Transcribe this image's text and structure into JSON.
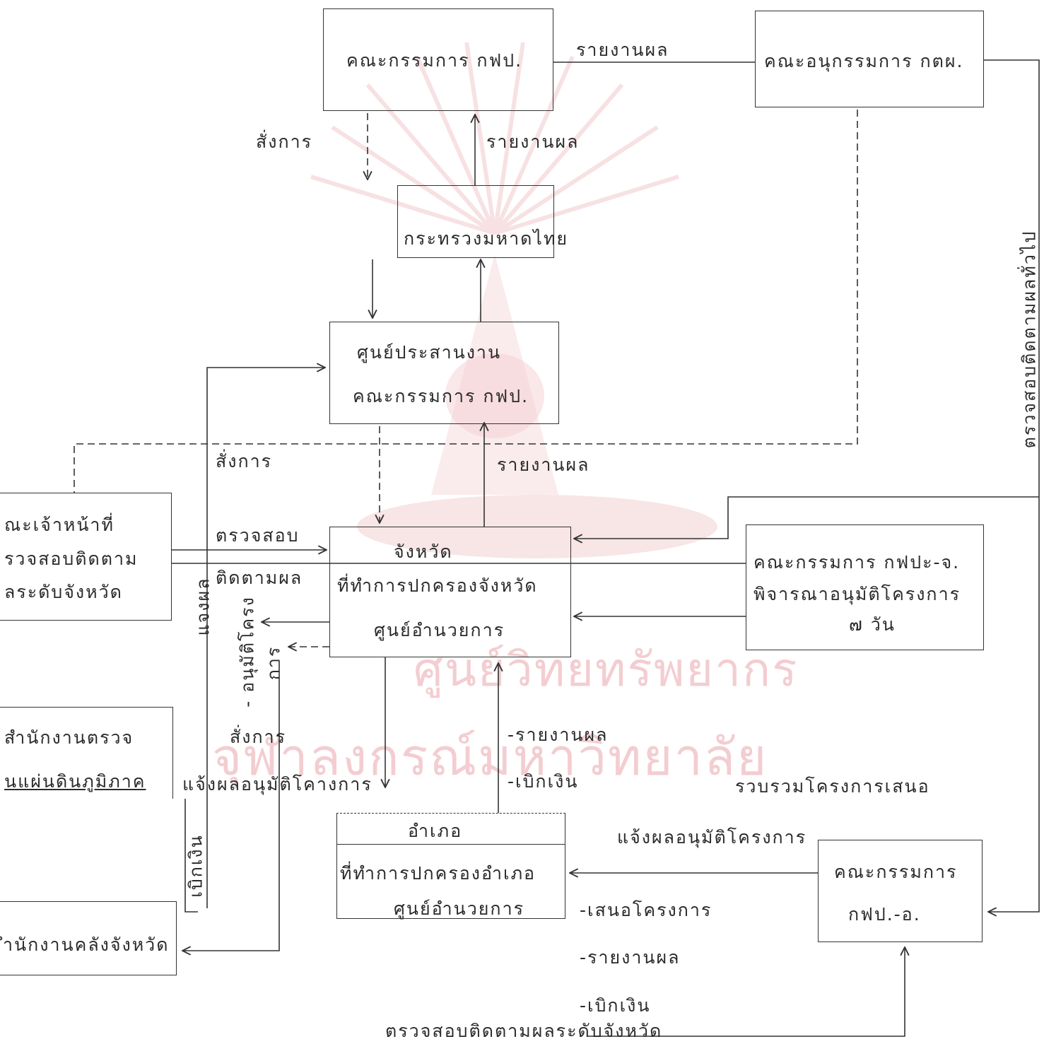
{
  "watermark": {
    "line1": "ศูนย์วิทยทรัพยากร",
    "line2": "จุฬาลงกรณ์มหาวิทยาลัย"
  },
  "nodes": {
    "committee_kfp": "คณะกรรมการ กฟป.",
    "subcommittee": "คณะอนุกรรมการ กตผ.",
    "ministry": "กระทรวงมหาดไทย",
    "coord_center": {
      "line1": "ศูนย์ประสานงาน",
      "line2": "คณะกรรมการ กฟป."
    },
    "province": {
      "line1": "จังหวัด",
      "line2": "ที่ทำการปกครองจังหวัด",
      "line3": "ศูนย์อำนวยการ"
    },
    "provincial_officers": {
      "line1": "ณะเจ้าหน้าที่",
      "line2": "รวจสอบติดตาม",
      "line3": "ลระดับจังหวัด"
    },
    "committee_province": {
      "line1": "คณะกรรมการ กฟปะ-จ.",
      "line2": "พิจารณาอนุมัติโครงการ",
      "line3": "๗ วัน"
    },
    "audit_office": {
      "line1": "สำนักงานตรวจ",
      "line2": "นแผ่นดินภูมิภาค"
    },
    "treasury": "ำนักงานคลังจังหวัด",
    "district": {
      "line1": "อำเภอ",
      "line2": "ที่ทำการปกครองอำเภอ",
      "line3": "ศูนย์อำนวยการ"
    },
    "committee_district": {
      "line1": "คณะกรรมการ",
      "line2": "กฟป.-อ."
    }
  },
  "labels": {
    "report_top": "รายงานผล",
    "command_1": "สั่งการ",
    "report_1": "รายงานผล",
    "command_2": "สั่งการ",
    "report_2": "รายงานผล",
    "inspect": "ตรวจสอบ",
    "follow": "ติดตามผล",
    "notify_result_v": "แจงผล",
    "approve_v1": "- อนุมัติโครง",
    "approve_v2": "การ",
    "command_3": "สั่งการ",
    "notify_approval": "แจ้งผลอนุมัติโคางการ",
    "withdraw_v": "เบิกเงิน",
    "report_3": "-รายงานผล",
    "withdraw_1": "-เบิกเงิน",
    "compile": "รวบรวมโครงการเสนอ",
    "notify_approval_2": "แจ้งผลอนุมัติโครงการ",
    "propose": "-เสนอโครงการ",
    "report_4": "-รายงานผล",
    "withdraw_2": "-เบิกเงิน",
    "inspect_province": "ตรวจสอบติดตามผลระดับจังหวัด",
    "inspect_general": "ตรวจสอบติดตามผลทั่วไป"
  },
  "colors": {
    "ink": "#2b2b2b",
    "watermark": "#f3cdd1"
  }
}
